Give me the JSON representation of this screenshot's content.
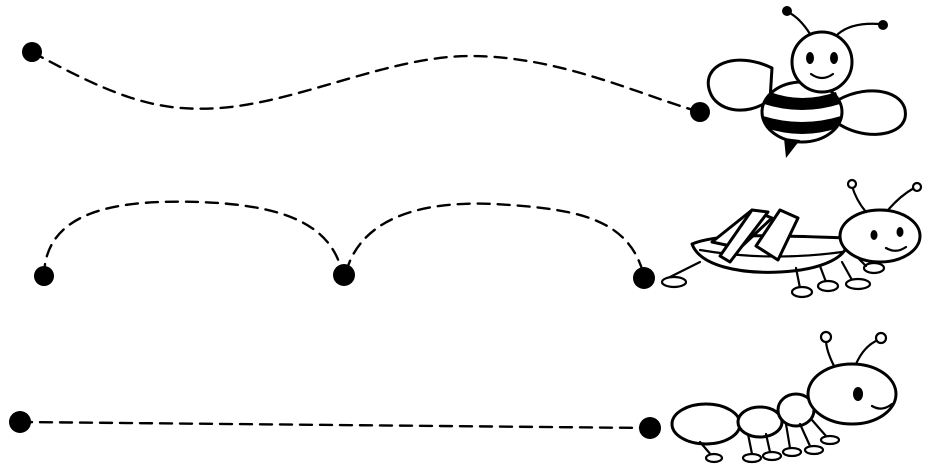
{
  "worksheet": {
    "colors": {
      "ink": "#000000",
      "paper": "#ffffff"
    },
    "rows": [
      {
        "path_shape": "wave",
        "dot_count": 2,
        "insect_icon": "bee-icon"
      },
      {
        "path_shape": "double-arch",
        "dot_count": 3,
        "insect_icon": "grasshopper-icon"
      },
      {
        "path_shape": "straight-line",
        "dot_count": 2,
        "insect_icon": "ant-icon"
      }
    ]
  }
}
